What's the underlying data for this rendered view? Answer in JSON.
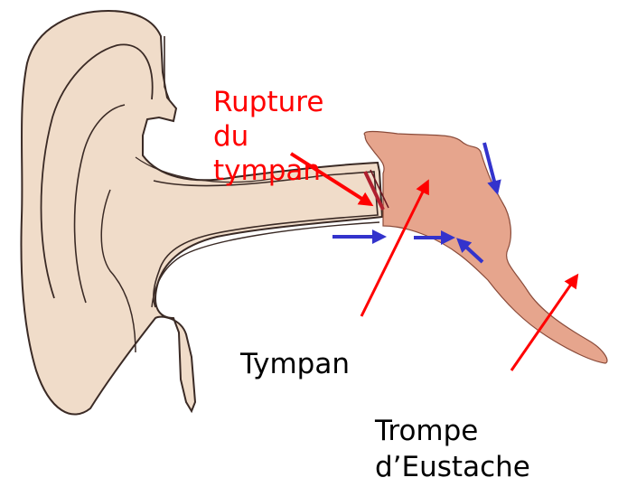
{
  "labels": {
    "rupture": [
      "Rupture",
      "du",
      "tympan"
    ],
    "tympan": "Tympan",
    "trompe": [
      "Trompe",
      "d’Eustache"
    ]
  },
  "colors": {
    "skin": "#f0dcc9",
    "skin_outline": "#3a2a25",
    "inner_skin": "#f5e6d6",
    "middle_ear": "#e6a58d",
    "eardrum_rupture": "#b02030",
    "red_arrow": "#ff0000",
    "blue_arrow": "#3333cc",
    "label_red": "#ff0000",
    "label_black": "#000000"
  }
}
